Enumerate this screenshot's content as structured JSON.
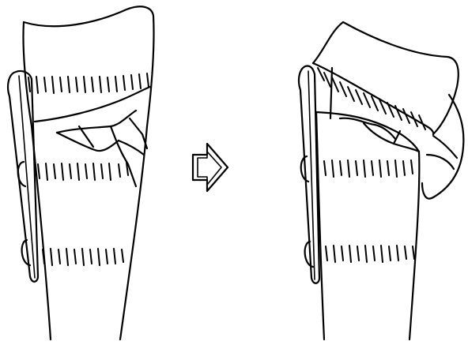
{
  "figure": {
    "panels": [
      {
        "id": "before",
        "state": "fractured plateau, before reduction"
      },
      {
        "id": "after",
        "state": "fragment displaced / plateau elevated, after"
      }
    ],
    "transition_icon": "right-arrow-icon",
    "ink_color": "#000000",
    "background_color": "#ffffff"
  }
}
